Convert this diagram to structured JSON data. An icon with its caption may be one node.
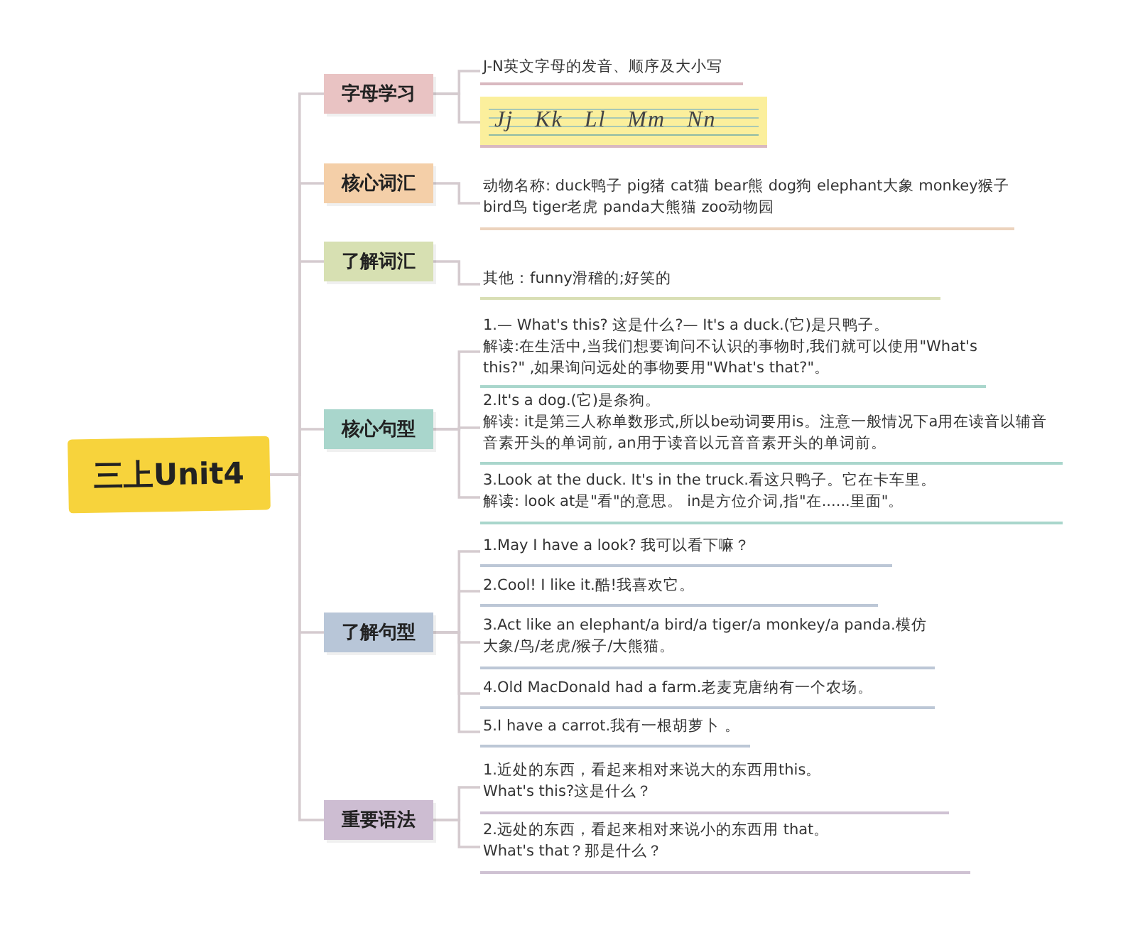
{
  "diagram": {
    "nodes": [
      {
        "text": [
          "三上Unit4"
        ]
      },
      {
        "text": [
          "字母学习"
        ]
      },
      {
        "text": [
          "J-N英文字母的发音、顺序及大小写"
        ]
      },
      {
        "text": [
          "Jj Kk Ll Mm Nn"
        ]
      },
      {
        "text": [
          "核心词汇"
        ]
      },
      {
        "text": [
          "动物名称: duck鸭子 pig猪 cat猫 bear熊 dog狗 elephant大象 monkey猴子 bird鸟 tiger老虎 panda大熊猫 zoo动物园"
        ]
      },
      {
        "text": [
          "了解词汇"
        ]
      },
      {
        "text": [
          "其他：funny滑稽的;好笑的"
        ]
      },
      {
        "text": [
          "核心句型"
        ]
      },
      {
        "text": [
          "1.— What's this? 这是什么?— It's a duck.(它)是只鸭子。",
          "解读:在生活中,当我们想要询问不认识的事物时,我们就可以使用\"What's this?\" ,如果询问远处的事物要用\"What's that?\"。"
        ]
      },
      {
        "text": [
          "2.It's a dog.(它)是条狗。",
          "解读: it是第三人称单数形式,所以be动词要用is。注意一般情况下a用在读音以辅音音素开头的单词前, an用于读音以元音音素开头的单词前。"
        ]
      },
      {
        "text": [
          "3.Look at the duck. It's in the truck.看这只鸭子。它在卡车里。",
          "解读: look at是\"看\"的意思。 in是方位介词,指\"在......里面\"。"
        ]
      },
      {
        "text": [
          "了解句型"
        ]
      },
      {
        "text": [
          "1.May I have a look? 我可以看下嘛？"
        ]
      },
      {
        "text": [
          "2.Cool! I like it.酷!我喜欢它。"
        ]
      },
      {
        "text": [
          "3.Act like an elephant/a bird/a tiger/a monkey/a panda.模仿大象/鸟/老虎/猴子/大熊猫。"
        ]
      },
      {
        "text": [
          "4.Old MacDonald had a farm.老麦克唐纳有一个农场。"
        ]
      },
      {
        "text": [
          "5.I have a carrot.我有一根胡萝卜 。"
        ]
      },
      {
        "text": [
          "重要语法"
        ]
      },
      {
        "text": [
          "1.近处的东西，看起来相对来说大的东西用this。",
          "What's this?这是什么？"
        ]
      },
      {
        "text": [
          "2.远处的东西，看起来相对来说小的东西用 that。",
          "What's that？那是什么？"
        ]
      }
    ],
    "edges": [
      {
        "from": 0,
        "to": 1,
        "arrow": "none"
      },
      {
        "from": 0,
        "to": 4,
        "arrow": "none"
      },
      {
        "from": 0,
        "to": 6,
        "arrow": "none"
      },
      {
        "from": 0,
        "to": 8,
        "arrow": "none"
      },
      {
        "from": 0,
        "to": 12,
        "arrow": "none"
      },
      {
        "from": 0,
        "to": 18,
        "arrow": "none"
      },
      {
        "from": 1,
        "to": 2,
        "arrow": "none"
      },
      {
        "from": 1,
        "to": 3,
        "arrow": "none"
      },
      {
        "from": 4,
        "to": 5,
        "arrow": "none"
      },
      {
        "from": 6,
        "to": 7,
        "arrow": "none"
      },
      {
        "from": 8,
        "to": 9,
        "arrow": "none"
      },
      {
        "from": 8,
        "to": 10,
        "arrow": "none"
      },
      {
        "from": 8,
        "to": 11,
        "arrow": "none"
      },
      {
        "from": 12,
        "to": 13,
        "arrow": "none"
      },
      {
        "from": 12,
        "to": 14,
        "arrow": "none"
      },
      {
        "from": 12,
        "to": 15,
        "arrow": "none"
      },
      {
        "from": 12,
        "to": 16,
        "arrow": "none"
      },
      {
        "from": 12,
        "to": 17,
        "arrow": "none"
      },
      {
        "from": 18,
        "to": 19,
        "arrow": "none"
      },
      {
        "from": 18,
        "to": 20,
        "arrow": "none"
      }
    ]
  }
}
